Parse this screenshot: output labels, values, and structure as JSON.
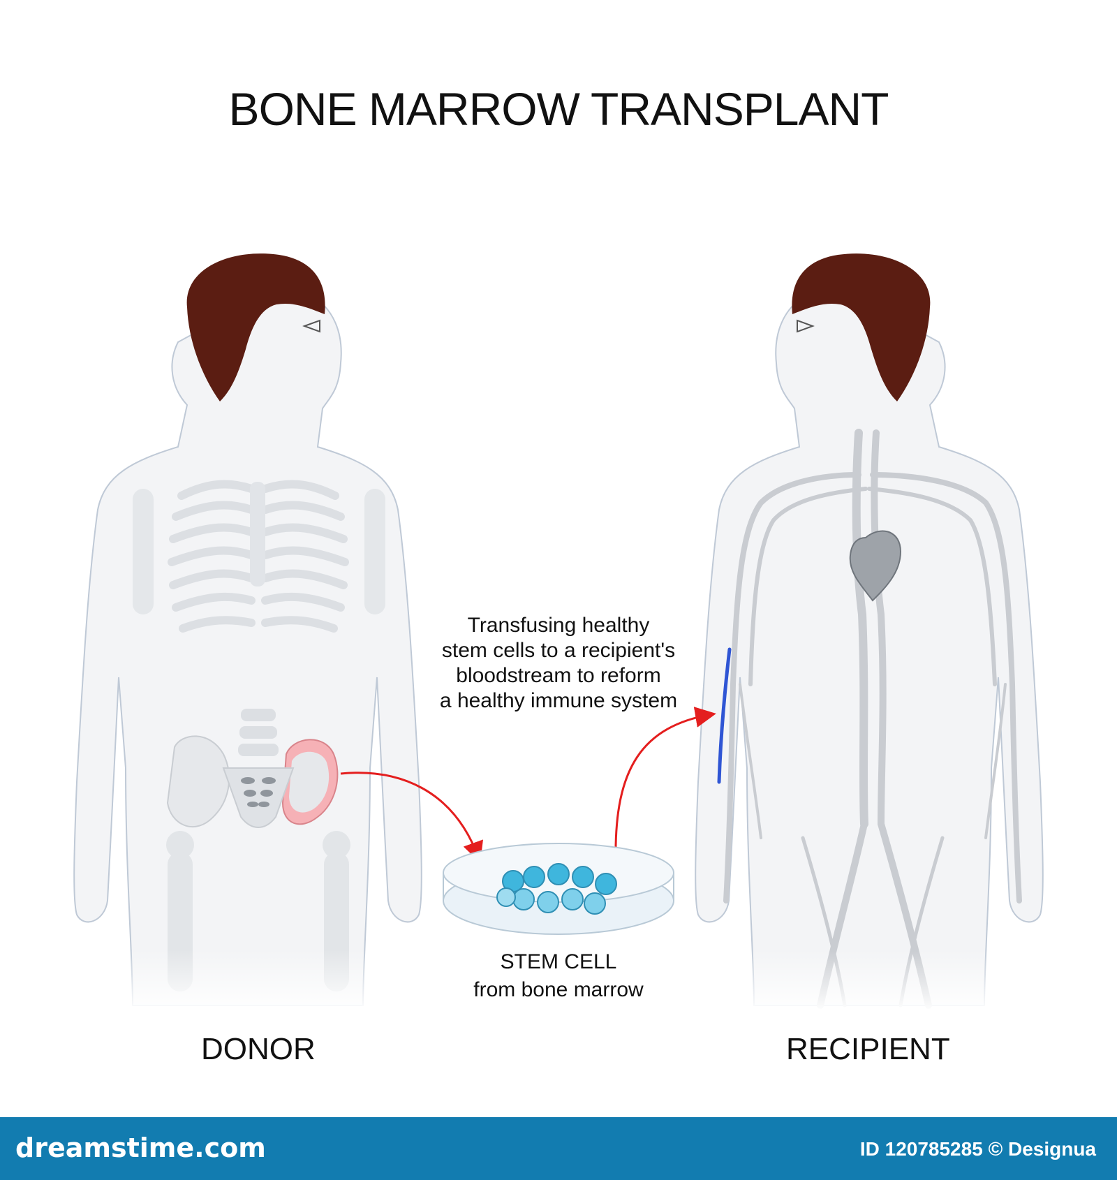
{
  "title": "BONE MARROW TRANSPLANT",
  "note": {
    "line1": "Transfusing healthy",
    "line2": "stem cells to a recipient's",
    "line3": "bloodstream to reform",
    "line4": "a healthy immune system"
  },
  "stem": {
    "line1": "STEM CELL",
    "line2": "from bone marrow"
  },
  "labels": {
    "donor": "DONOR",
    "recipient": "RECIPIENT"
  },
  "footer": {
    "brand": "dreamstime.com",
    "id": "ID 120785285",
    "credit": "© Designua"
  },
  "colors": {
    "hair": "#5b1d12",
    "arrow": "#e41e1e",
    "vein": "#2f55d4",
    "hip_highlight": "#f6b1b6",
    "cells": "#3fb6dd",
    "footer": "#127cb0"
  }
}
